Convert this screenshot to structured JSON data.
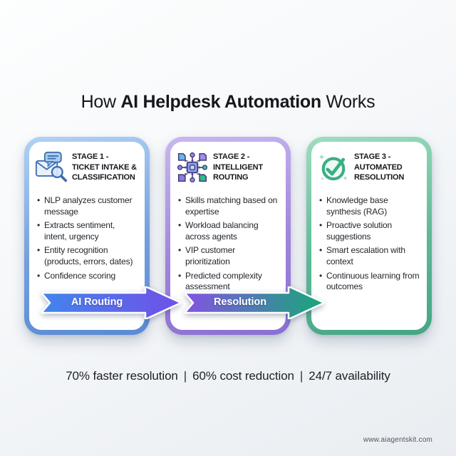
{
  "title": {
    "prefix": "How ",
    "bold": "AI Helpdesk Automation",
    "suffix": " Works"
  },
  "stages": [
    {
      "icon": "envelope-search-icon",
      "accent": "#5a8ad3",
      "heading_lines": [
        "STAGE 1 -",
        "TICKET INTAKE &",
        "CLASSIFICATION"
      ],
      "bullets": [
        "NLP analyzes customer message",
        "Extracts sentiment, intent, urgency",
        "Entity recognition (products, errors, dates)",
        "Confidence scoring"
      ]
    },
    {
      "icon": "chip-routing-icon",
      "accent": "#8a6fd2",
      "heading_lines": [
        "STAGE 2 -",
        "INTELLIGENT",
        "ROUTING"
      ],
      "bullets": [
        "Skills matching based on expertise",
        "Workload balancing across agents",
        "VIP customer prioritization",
        "Predicted complexity assessment"
      ]
    },
    {
      "icon": "checkmark-circle-icon",
      "accent": "#45a684",
      "heading_lines": [
        "STAGE 3 -",
        "AUTOMATED",
        "RESOLUTION"
      ],
      "bullets": [
        "Knowledge base synthesis (RAG)",
        "Proactive solution suggestions",
        "Smart escalation with context",
        "Continuous learning from outcomes"
      ]
    }
  ],
  "arrows": [
    {
      "label": "AI Routing",
      "gradient_from": "#4285ec",
      "gradient_to": "#7050e8"
    },
    {
      "label": "Resolution",
      "gradient_from": "#8452e4",
      "gradient_to": "#16a877"
    }
  ],
  "stats": {
    "items": [
      "70% faster resolution",
      "60% cost reduction",
      "24/7 availability"
    ],
    "separator": "|"
  },
  "footer": {
    "website": "www.aiagentskit.com"
  }
}
